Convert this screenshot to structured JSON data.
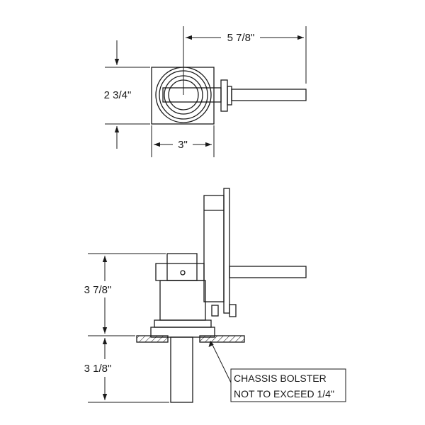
{
  "dimensions": {
    "top_view_length": "5 7/8\"",
    "top_view_height": "2 3/4\"",
    "top_view_width": "3\"",
    "side_view_upper_height": "3 7/8\"",
    "side_view_lower_height": "3 1/8\""
  },
  "note": {
    "line1": "CHASSIS BOLSTER",
    "line2": "NOT TO EXCEED 1/4\""
  },
  "colors": {
    "line": "#1a1a1a",
    "background": "#ffffff"
  }
}
